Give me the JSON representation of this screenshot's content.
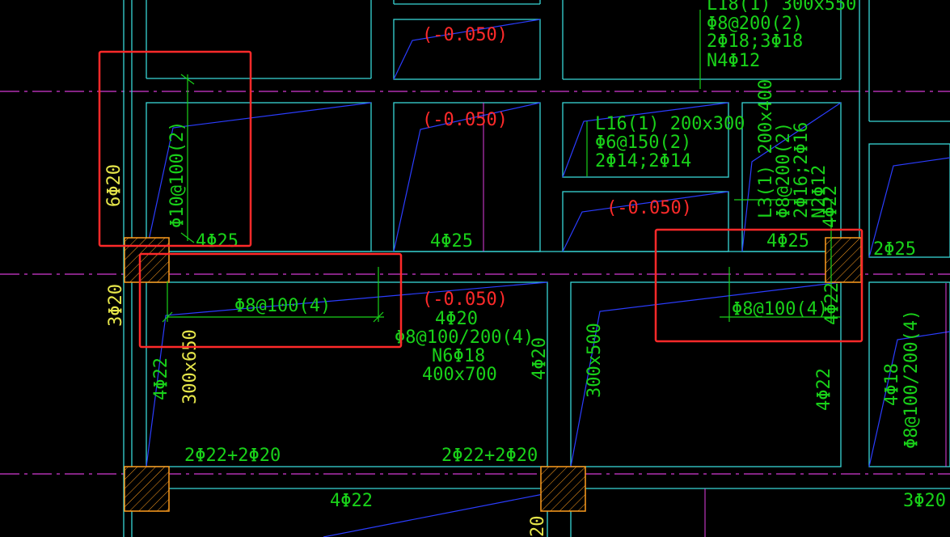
{
  "colors": {
    "background": "#000000",
    "beam_outline": "#38d6d6",
    "rebar_text": "#19d119",
    "column_text": "#e6e64a",
    "elevation_text": "#ff2a2a",
    "highlight": "#ff2a2a",
    "column_hatch": "#ff9d1e",
    "grid_axis": "#d23ad2",
    "slab_line": "#2b3dff"
  },
  "labels": {
    "beam_top_right": [
      "L18(1) 300x550",
      "Φ8@200(2)",
      "2Φ18;3Φ18",
      "N4Φ12"
    ],
    "beam_l16": [
      "L16(1) 200x300",
      "Φ6@150(2)",
      "2Φ14;2Φ14"
    ],
    "beam_l3": [
      "L3(1) 200x400",
      "Φ8@200(2)",
      "2Φ16;2Φ16",
      "N2Φ12"
    ],
    "beam_center": [
      "(-0.050)",
      "4Φ20",
      "Φ8@100/200(4)",
      "N6Φ18",
      "400x700"
    ],
    "elev": "(-0.050)",
    "stirrup_v": "Φ10@100(2)",
    "stirrup_h": "Φ8@100(4)",
    "col_6": "6Φ20",
    "col_3": "3Φ20",
    "bar_4_25": "4Φ25",
    "bar_2_25": "2Φ25",
    "bar_4_22": "4Φ22",
    "bar_4_20": "4Φ20",
    "bar_3_20": "3Φ20",
    "bar_2_22_2_20": "2Φ22+2Φ20",
    "sec_300_650": "300x650",
    "sec_300_500": "300x500",
    "right_vert": [
      "4Φ18",
      "Φ8@100/200(4)"
    ],
    "bottom_cut": "20"
  }
}
